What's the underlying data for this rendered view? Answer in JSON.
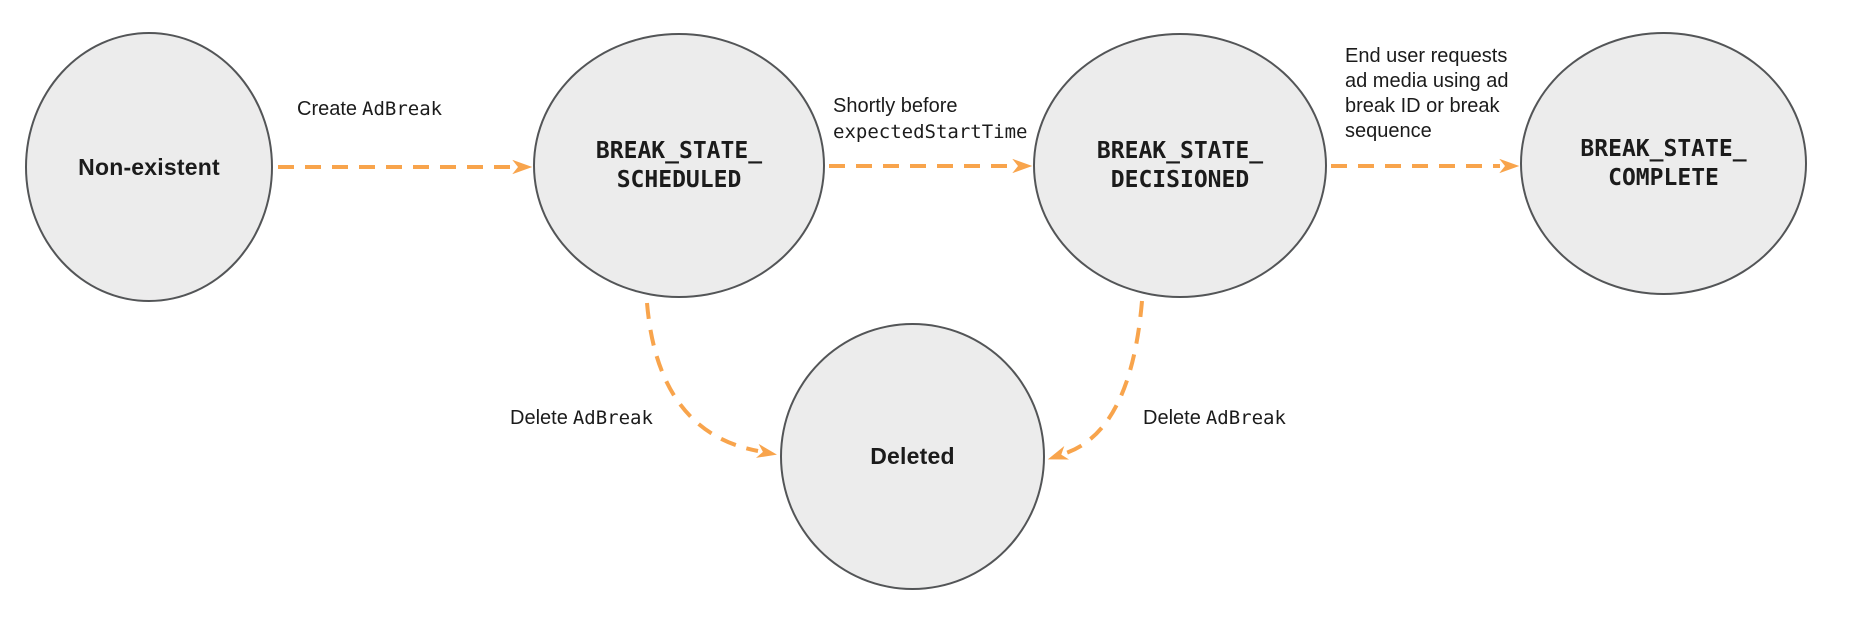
{
  "diagram": {
    "type": "state-machine",
    "states": [
      {
        "id": "non-existent",
        "label": "Non-existent"
      },
      {
        "id": "break-state-scheduled",
        "label_line1": "BREAK_STATE_",
        "label_line2": "SCHEDULED"
      },
      {
        "id": "break-state-decisioned",
        "label_line1": "BREAK_STATE_",
        "label_line2": "DECISIONED"
      },
      {
        "id": "break-state-complete",
        "label_line1": "BREAK_STATE_",
        "label_line2": "COMPLETE"
      },
      {
        "id": "deleted",
        "label": "Deleted"
      }
    ],
    "transitions": [
      {
        "from": "non-existent",
        "to": "break-state-scheduled",
        "label_text": "Create",
        "label_code": "AdBreak"
      },
      {
        "from": "break-state-scheduled",
        "to": "break-state-decisioned",
        "label_text": "Shortly before",
        "label_code": "expectedStartTime"
      },
      {
        "from": "break-state-decisioned",
        "to": "break-state-complete",
        "label_lines": [
          "End user requests",
          "ad media using ad",
          "break ID or break",
          "sequence"
        ]
      },
      {
        "from": "break-state-scheduled",
        "to": "deleted",
        "label_text": "Delete",
        "label_code": "AdBreak"
      },
      {
        "from": "break-state-decisioned",
        "to": "deleted",
        "label_text": "Delete",
        "label_code": "AdBreak"
      }
    ],
    "colors": {
      "arrow": "#F8A44C",
      "node_fill": "#ECECEC",
      "node_border": "#535557",
      "text": "#1B1B1B"
    }
  }
}
